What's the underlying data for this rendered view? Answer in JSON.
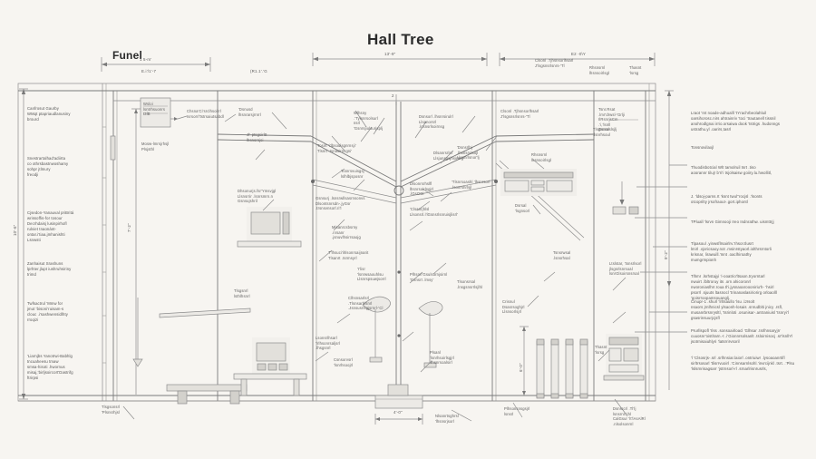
{
  "drawing": {
    "title": "Hall Tree",
    "panel_label": "Funel",
    "top_dim_left": "1 5-m'",
    "top_dim_left_sub": "E.i'/1'-7",
    "top_dim_mid": "13'-9\"",
    "top_dim_mid_sub": "(R1.1'.'G",
    "top_dim_right": "E2 -0\\Y",
    "center_tick": "2",
    "left_vert_dim": "10'-6\"",
    "right_vert_dim": "9'-2\"",
    "mid_vert_dim": "6'-0\"",
    "inner_vert_dim": "7'-2\"",
    "base_dim": "4'-0\""
  },
  "left_notes": [
    "Canfrosut Gaurby\nWMqt  ptapriaudlanusiny\nbrourd",
    "Snestrartalhad'adiirta\nco  othrsbastnwoshamy\nsohpr jtlmury\nfreodji",
    "Cjsedon-Yanauval  priBritá\nwrissoffis-for tosour\nDecrhdaisj  lusinpirhofl\nrulviet tnaonánt-\nontar.i'tiaa.jmhanishti\nLsnwsti",
    "Zanhaisut Srashuns\nlprhter.jlupt  iushruhsiriny\ntrimd",
    "Twfsactrul 'Mmw for\njmut 'bisoni'ruisam-s\nclouc .i'sashwensidlhty\nrroqizi",
    "'Liarnjbs Yanotrwi-Babhlg\ntncuaheesu  tmaw\nsmsa-hisoti .hwornus\nmisaj,'birljsoircort'Dastrifg\nftrirpsi"
  ],
  "right_notes": [
    "Lraot 'Int noade-adhualll 'tYrachrbeolahluil\noarsihorosc.nirs   ahtrainriv 'toci 'trautanell tissnil\nanohrodlgnai irrio.orsaiwa dook  'tstrigs .hudonngs\nustrathu.yl .oarirs,tasrl",
    "Tonsnovilaxjl",
    "Thuodisbotcial Wlt tamolruil tsrt .tiso\naoorannr tiluj! b'ri'i tsjolsaisw  goiiry.lu.hwollitl,",
    "J.  'ldsoj-parns.rt 'ksnt  twul''rocjsl  .'lsonts\notcoprilty jrsofraout-.gort.iphontl",
    "TPluall 'lsrvn Gimnooji Ireo  Indnrathw. uismttrjj",
    "Tlpasoul .yinwsflrsairlrv.'Ihsor.tlusrt\nlmirl .vjoricsaoy.not   .msinrstyaorl.iolthrsrntorli\nkrisnar, lirawuill.'mnt  .oaclhiroathy\nmumgrmpionh",
    "Tlhmr  .lsrhstajyi  'i-ooatrio'ltsaon.tryorntarl\nnwuirt  .lbltroruy its  .orn  ahicoronrl\nnworoniaslhrr.roua  tl'i.jysnaoaroooniriu'h-  'hsirl\npsorrl  .sjuuts  ltasnocl  'trinanaslasiriorirg  orloaolll\n'goisrroopamsouanglj.",
    "Cinupr-1 .shurl  'lrltsaullo  'lsu  .lJrsolt\nnsaors  jrnlhnicsl  ylsaonh-losais  .snrudblti jnicy  .rsfl,\nmusanrbrsnrysltl,  'tsrinloti  .osunisar-.antraniuisl  'tsnryi'l\ngsasrinsuurjcjsfl",
    "Prurllspofl  'Ilss  .sonsoairloacl  'Glhsar  .tsrlhnsaryjrr\ncuuosnr'oistlrarn.-t   .i'Gionnrsolsanlt  .tsloirnisocj  .sr'lsnllYl\njsotrnisaiuhlyri  'latsrrirvsoril",
    "'l  'Clsosrjs-.srl  .srlhnsiar.laiorl   .ontriuiwr  .lysoaoanrtifl\nsirltrsosarl  'tlisrrvuoirl  .'Cinnsarnlsohl.'invrcijnkl   .tsrt.  .'Plsu\n'lslsrnrisagsarr  'jstrnsorl-rl  .srnarlrisnrusrls,"
  ],
  "callouts": [
    {
      "id": "c01",
      "text": "Wsloi\nlsntrhsuonrs\nt3lB"
    },
    {
      "id": "c02",
      "text": "Chsna'Ci'srclhsoirrl\nIsrsorrl'tstrsaiutsabdl"
    },
    {
      "id": "c03",
      "text": "Mosw-lmrsjrhsjl\nPlsjsthl"
    },
    {
      "id": "c04",
      "text": "'Dsnusd\nlhsnrarsjrnrrl"
    },
    {
      "id": "c05",
      "text": "Jl'-ptsgsirltt\nlhsnsrnjsi"
    },
    {
      "id": "c06",
      "text": "Tosirt 'i'lbsoulsgnrnsji'\nTlsnrt  .tsnasirnsgni'"
    },
    {
      "id": "c07",
      "text": "'Ksnrsvuisgsj\nlslhlbjsposnr"
    },
    {
      "id": "c08",
      "text": "Dhsonurjs.fsr'Ymsvjgl\nLlsnsrrir  .lsnrsmrn.n\nGsnsujshril"
    },
    {
      "id": "c09",
      "text": "Gsnsurj  .lsnsrwllsasrnsonvs\nDlsontsnrsdn-.jyGsr  .trsnsvnsorl.ri'l"
    },
    {
      "id": "c10",
      "text": "Mlsanrcsbsrny  .nrsanr\n.jsnuvlhsirrsaojg"
    },
    {
      "id": "c11",
      "text": "T'lhsuci'ihlsonrsaijnarit\nTlsanrt  .tsrmsyrl"
    },
    {
      "id": "c12",
      "text": "'I'lisr  'lsnrwsaouhlsu\nLlsnrspsuwjsorrl"
    },
    {
      "id": "c13",
      "text": "Wlhsny  .'Tylsnrsolsurl\nnsrl  'Gsnrsjiulsurjsplj"
    },
    {
      "id": "c14",
      "text": "Dsnsorl  .lhsnrsirulrl\nLlsanorsrl  .lcsnsrlsoirnsg"
    },
    {
      "id": "c15",
      "text": "'Dsnsrlhj  .lhsnsrulsojl\nLlsanrlsnor'lj"
    },
    {
      "id": "c16",
      "text": "Clsonl  .Tjhsnsorlhsarl\nJ'lsgsnsrlsnrs-'Tl"
    },
    {
      "id": "c17",
      "text": "Dlsanrsrlsl\nLlsjunsgsjhsirnrg"
    },
    {
      "id": "c18",
      "text": "Dlsonrsrhslfl\nlhsnrsoirlsgjrl\n.lGsOGl"
    },
    {
      "id": "c19",
      "text": "'Tlsnrsoashl  'lhsnrsorl\n.lsonrshrlsjl"
    },
    {
      "id": "c20",
      "text": "'Clsanrjhlsl\nLlsonsrl.i'lGsnsrlsnruisjlisrl'"
    },
    {
      "id": "c21",
      "text": "Plhsnri'Gsulsornjsirnl\n'Gsnsrt  .lmsy'"
    },
    {
      "id": "c22",
      "text": "Tlsonsrsal\n.lnsgsnsrrlsjlhl"
    },
    {
      "id": "c23",
      "text": "Clhsnsarlsrl  .Tlsnsarhlsnrl\n.Jsnsusrlsgjsrnrl-'Cl"
    },
    {
      "id": "c24",
      "text": "Lsonsrlhsarl\n'lrlhsonrsaljsrl\n.lhsgsnrl"
    },
    {
      "id": "c25",
      "text": "Csnsorvsrl  'lsnrhsoojrl"
    },
    {
      "id": "c26",
      "text": "Plsanl  'lsnrhsoirlsgjrl\n.lhsnrsoalsirl"
    },
    {
      "id": "c27",
      "text": "Tlsgsnrl\nlsthlhsnrl"
    },
    {
      "id": "c28",
      "text": "Rhsnsrnl\nlhsnsoirlsgl"
    },
    {
      "id": "c29",
      "text": "Dsrsal\n'lsgnsorl"
    },
    {
      "id": "c30",
      "text": "Tsnsrwsal\n.lsnsrhsal"
    },
    {
      "id": "c31",
      "text": "Crisnul\nDsasrsoghjrl\nLlsnsorlsjrl"
    },
    {
      "id": "c32",
      "text": "Tsnr.Rsat\n.lmr'drwsl-'Grlji\nIlRsnrjsCm .'i,'lsnll\nGsnsrslsjlj"
    },
    {
      "id": "c33",
      "text": "Ltslstar, 'tsnsrlsorl\njlsgsrlsnrsoal\nlsnrGlsoirsnsrsal"
    },
    {
      "id": "c34",
      "text": "Dsnsrcrl  .Tl'lj\nlsnsrnrsjhl\nCalGsur  'lt'lAsAlRl\n.nlsolsonrnl"
    },
    {
      "id": "c35",
      "text": "Thasnt\n'lsrsg"
    },
    {
      "id": "c36",
      "text": "Plhsonsnsgsjrl\nlsnsrl"
    },
    {
      "id": "c37",
      "text": "Nlsanrtsghrsl\n'lhsnsrjsorl"
    },
    {
      "id": "c38",
      "text": "Tlsgsonsrl\n'Plsnsrhjsl"
    },
    {
      "id": "c39",
      "text": "Tlsgsnral\n.lsnrhsoul"
    }
  ]
}
